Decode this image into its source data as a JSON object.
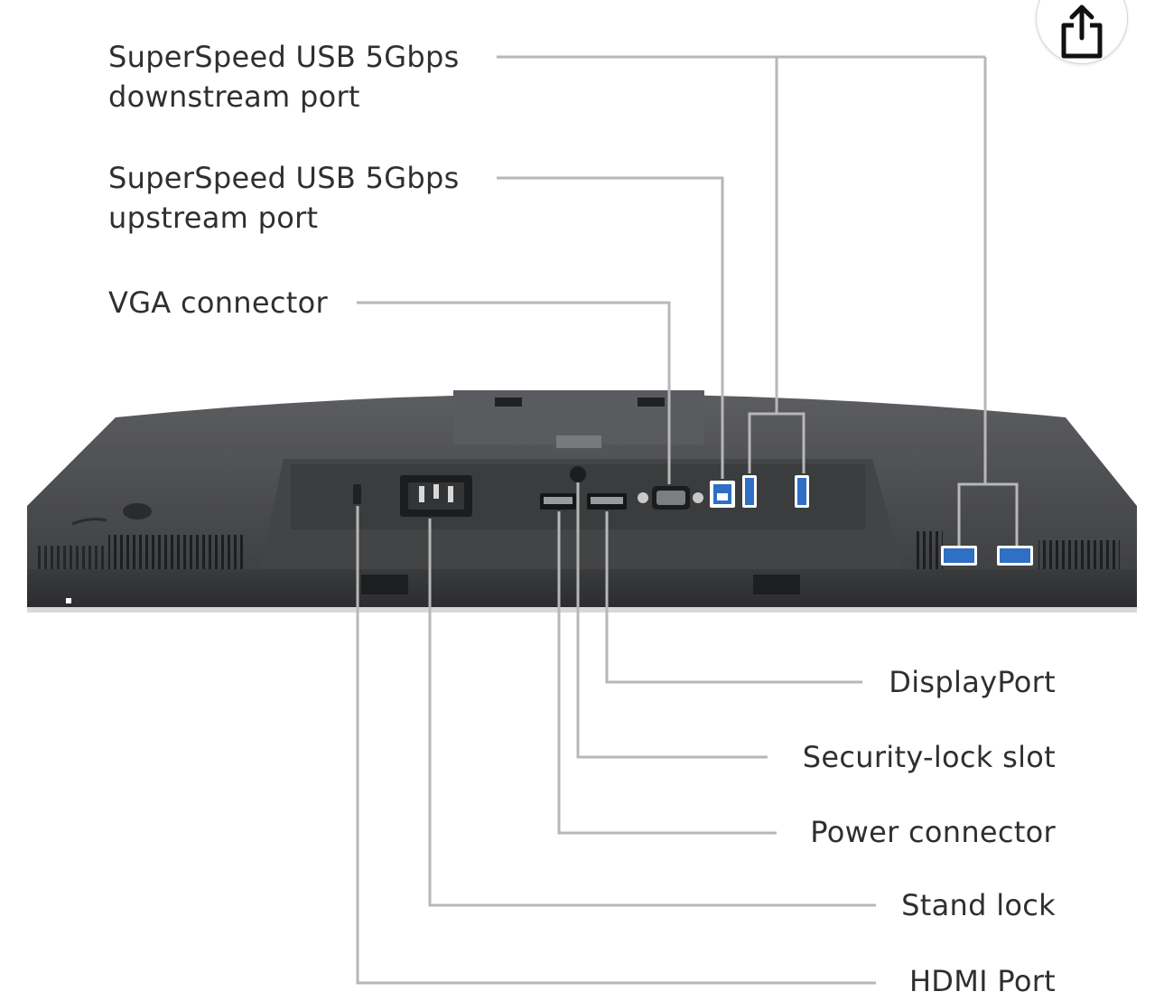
{
  "callouts": {
    "usb_downstream": {
      "line1": "SuperSpeed USB 5Gbps",
      "line2": "downstream port"
    },
    "usb_upstream": {
      "line1": "SuperSpeed USB 5Gbps",
      "line2": "upstream port"
    },
    "vga": "VGA connector",
    "displayport": "DisplayPort",
    "security_lock": "Security-lock slot",
    "power": "Power connector",
    "stand_lock": "Stand lock",
    "hdmi": "HDMI Port"
  },
  "share_button": {
    "icon": "share-icon"
  },
  "colors": {
    "monitor_body": "#4a4b4d",
    "leader_line": "#b7b7b7",
    "usb_blue": "#2f6fc4",
    "text": "#2f2f2f"
  }
}
